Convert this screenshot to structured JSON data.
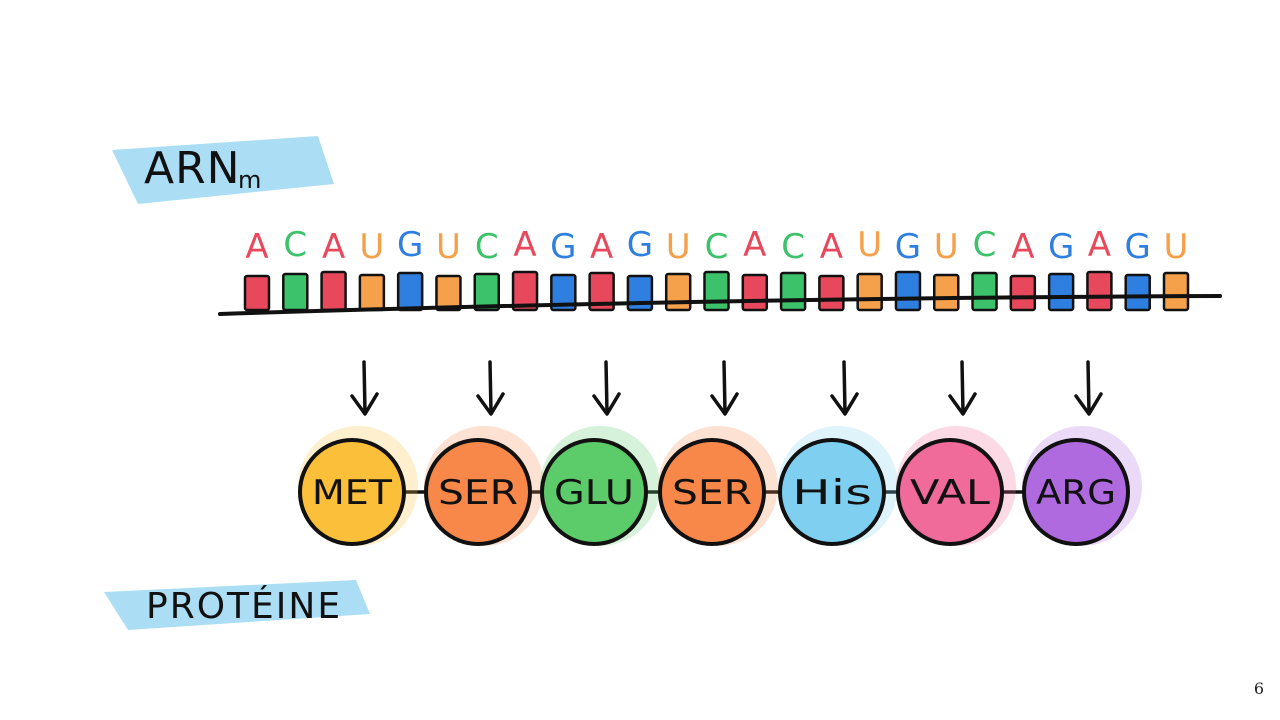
{
  "mrna_label": "ARN",
  "mrna_subscript": "m",
  "protein_label": "PROTÉINE",
  "page_number": "6",
  "sequence": [
    "A",
    "C",
    "A",
    "U",
    "G",
    "U",
    "C",
    "A",
    "G",
    "A",
    "G",
    "U",
    "C",
    "A",
    "C",
    "A",
    "U",
    "G",
    "U",
    "C",
    "A",
    "G",
    "A",
    "G",
    "U"
  ],
  "amino_acids": [
    "MET",
    "SER",
    "GLU",
    "SER",
    "His",
    "VAL",
    "ARG"
  ],
  "colors": {
    "highlight": "#8fd3f0",
    "nucleotides": {
      "A": "#e8485c",
      "C": "#3cc26a",
      "U": "#f5a04a",
      "G": "#2f7fe0"
    },
    "amino_acids": [
      "#fbbf3a",
      "#f7884a",
      "#5ccb6a",
      "#f7884a",
      "#7fd0f0",
      "#f06a9a",
      "#b06ae0"
    ]
  }
}
